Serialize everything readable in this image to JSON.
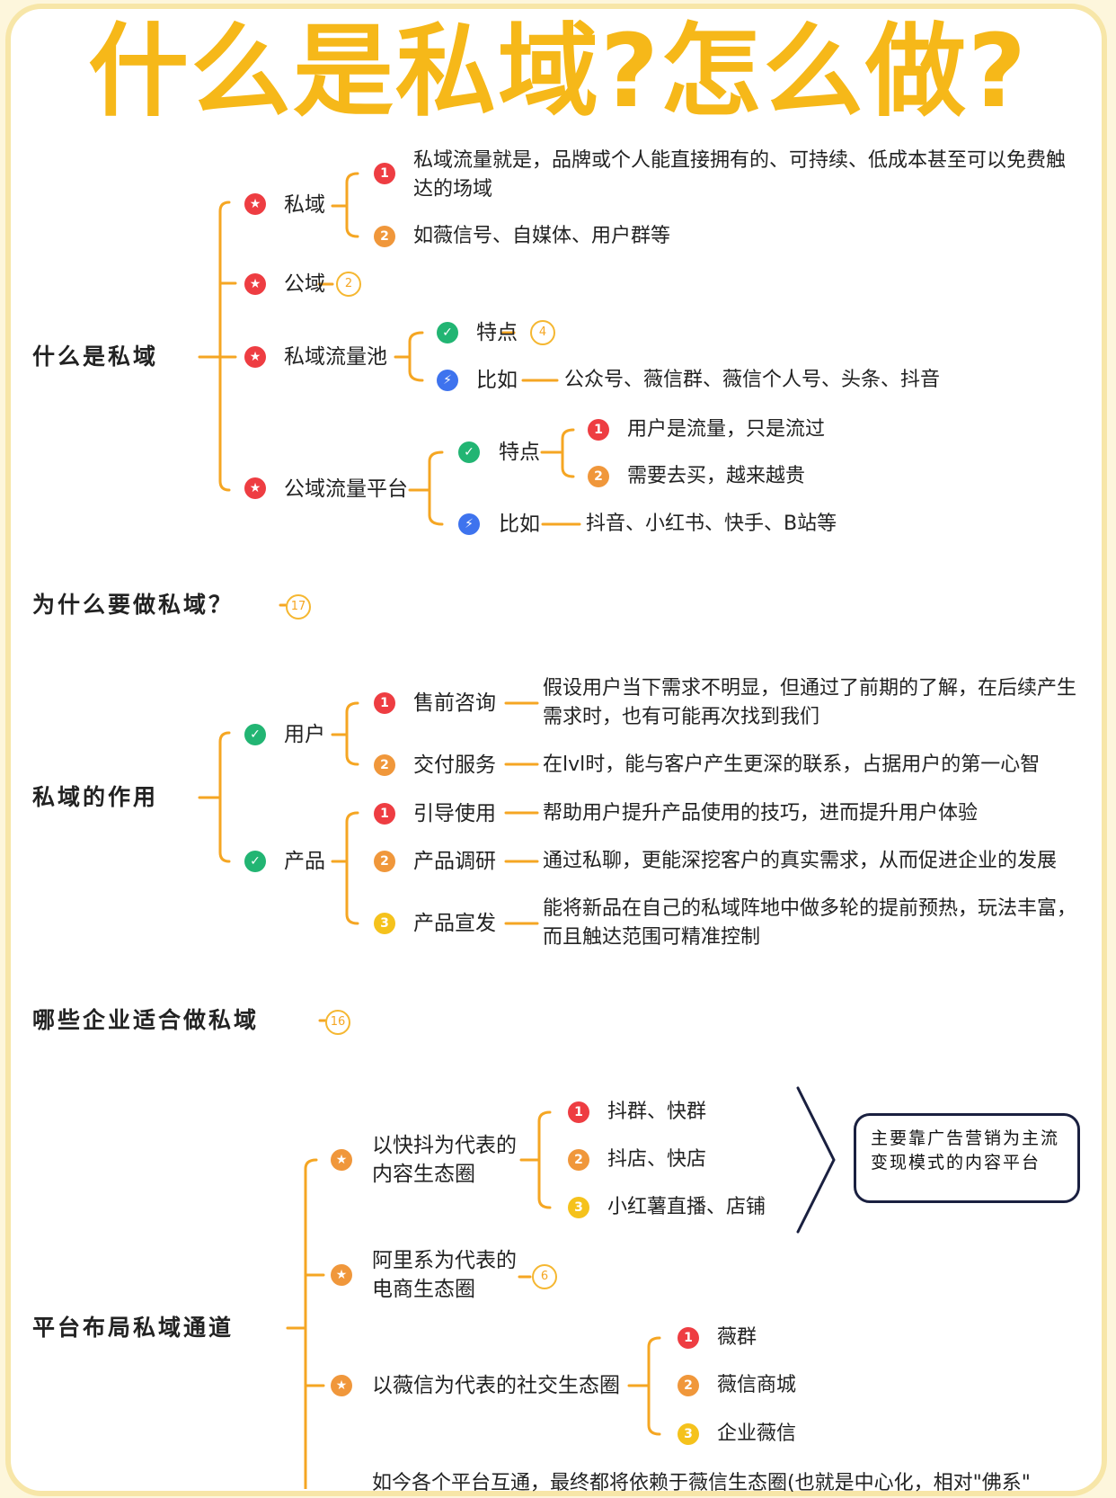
{
  "title": "什么是私域?怎么做?",
  "section1": {
    "root": "什么是私域",
    "siyu": {
      "label": "私域",
      "items": [
        "私域流量就是，品牌或个人能直接拥有的、可持续、低成本甚至可以免费触达的场域",
        "如薇信号、自媒体、用户群等"
      ]
    },
    "gongyu": {
      "label": "公域",
      "count": "2"
    },
    "pool": {
      "label": "私域流量池",
      "feature": "特点",
      "feature_count": "4",
      "example": "比如",
      "example_text": "公众号、薇信群、薇信个人号、头条、抖音"
    },
    "platform": {
      "label": "公域流量平台",
      "feature": "特点",
      "features": [
        "用户是流量，只是流过",
        "需要去买，越来越贵"
      ],
      "example": "比如",
      "example_text": "抖音、小红书、快手、B站等"
    }
  },
  "section2": {
    "root": "为什么要做私域？",
    "count": "17"
  },
  "section3": {
    "root": "私域的作用",
    "user": {
      "label": "用户",
      "items": [
        {
          "label": "售前咨询",
          "text": "假设用户当下需求不明显，但通过了前期的了解，在后续产生需求时，也有可能再次找到我们"
        },
        {
          "label": "交付服务",
          "text": "在lvl时，能与客户产生更深的联系，占据用户的第一心智"
        }
      ]
    },
    "product": {
      "label": "产品",
      "items": [
        {
          "label": "引导使用",
          "text": "帮助用户提升产品使用的技巧，进而提升用户体验"
        },
        {
          "label": "产品调研",
          "text": "通过私聊，更能深挖客户的真实需求，从而促进企业的发展"
        },
        {
          "label": "产品宣发",
          "text": "能将新品在自己的私域阵地中做多轮的提前预热，玩法丰富，而且触达范围可精准控制"
        }
      ]
    }
  },
  "section4": {
    "root": "哪些企业适合做私域",
    "count": "16"
  },
  "section5": {
    "root": "平台布局私域通道",
    "content": {
      "label": "以快抖为代表的内容生态圈",
      "items": [
        "抖群、快群",
        "抖店、快店",
        "小红薯直播、店铺"
      ],
      "callout": "主要靠广告营销为主流变现模式的内容平台"
    },
    "ecommerce": {
      "label": "阿里系为代表的电商生态圈",
      "count": "6"
    },
    "social": {
      "label": "以薇信为代表的社交生态圈",
      "items": [
        "薇群",
        "薇信商城",
        "企业薇信"
      ]
    },
    "footer_text": "如今各个平台互通，最终都将依赖于薇信生态圈(也就是中心化，相对\"佛系\""
  },
  "colors": {
    "title": "#f6b819",
    "line": "#f5a623",
    "red": "#ee3d42",
    "orange": "#f0973b",
    "yellow": "#f5c21c",
    "green": "#22b573",
    "blue": "#3e73ee"
  },
  "icons": {
    "star": "star-icon",
    "check": "check-icon",
    "bolt": "bolt-icon"
  }
}
